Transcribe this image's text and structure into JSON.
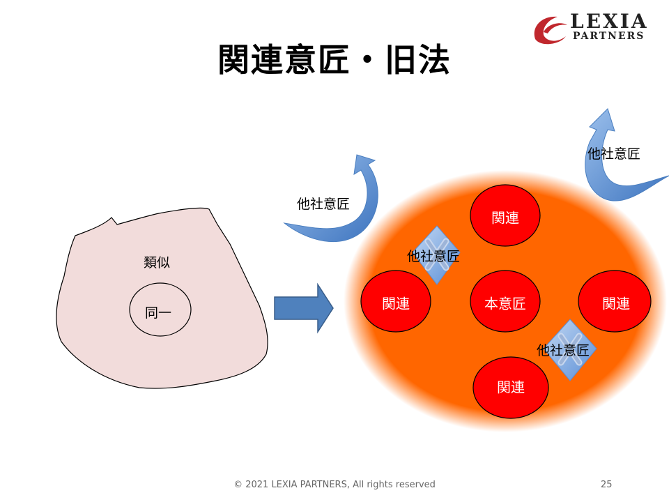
{
  "title": "関連意匠・旧法",
  "logo": {
    "line1": "LEXIA",
    "line2": "PARTNERS",
    "accent": "#c0272d"
  },
  "left_shape": {
    "outer_label": "類似",
    "inner_label": "同一",
    "fill": "#f2dcdb"
  },
  "right_cluster": {
    "field_color": "#ff6600",
    "circle_fill": "#ff0000",
    "center_label": "本意匠",
    "related_label": "関連",
    "blocked_label": "他社意匠",
    "outer_label": "他社意匠"
  },
  "footer": "© 2021 LEXIA PARTNERS, All rights reserved",
  "page_number": "25"
}
